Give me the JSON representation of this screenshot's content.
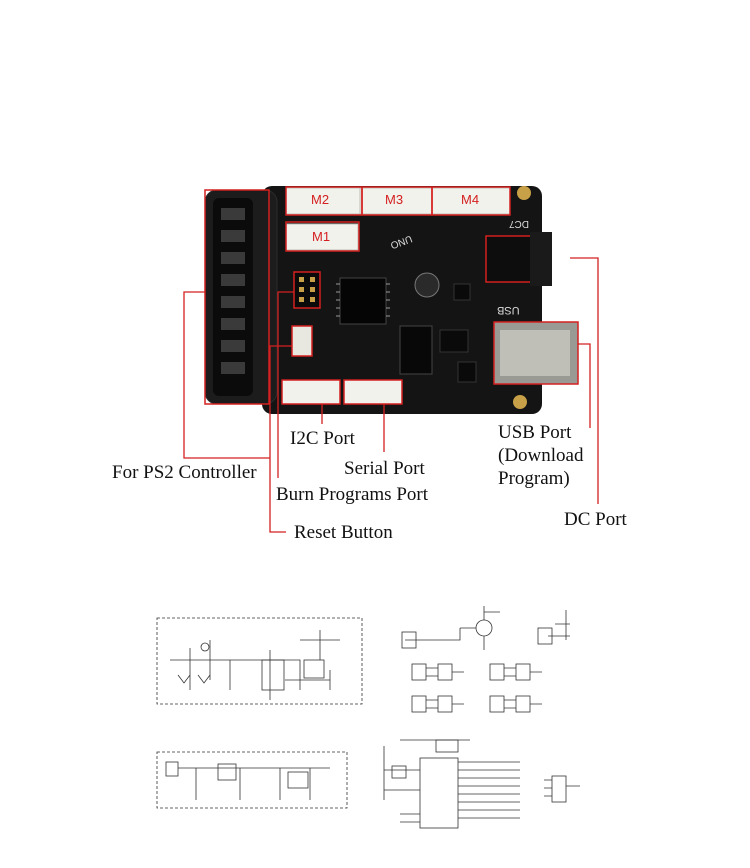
{
  "labels": {
    "ps2": "For PS2 Controller",
    "i2c": "I2C Port",
    "serial": "Serial Port",
    "burn": "Burn Programs Port",
    "reset": "Reset Button",
    "usb_line1": "USB Port",
    "usb_line2": "(Download",
    "usb_line3": "Program)",
    "dc": "DC Port"
  },
  "motor_ports": [
    "M1",
    "M2",
    "M3",
    "M4"
  ],
  "silkscreen": {
    "usb": "USB",
    "dc": "DC7",
    "uno": "UNO"
  },
  "colors": {
    "callout": "#d42020",
    "board": "#121212",
    "background": "#ffffff"
  }
}
